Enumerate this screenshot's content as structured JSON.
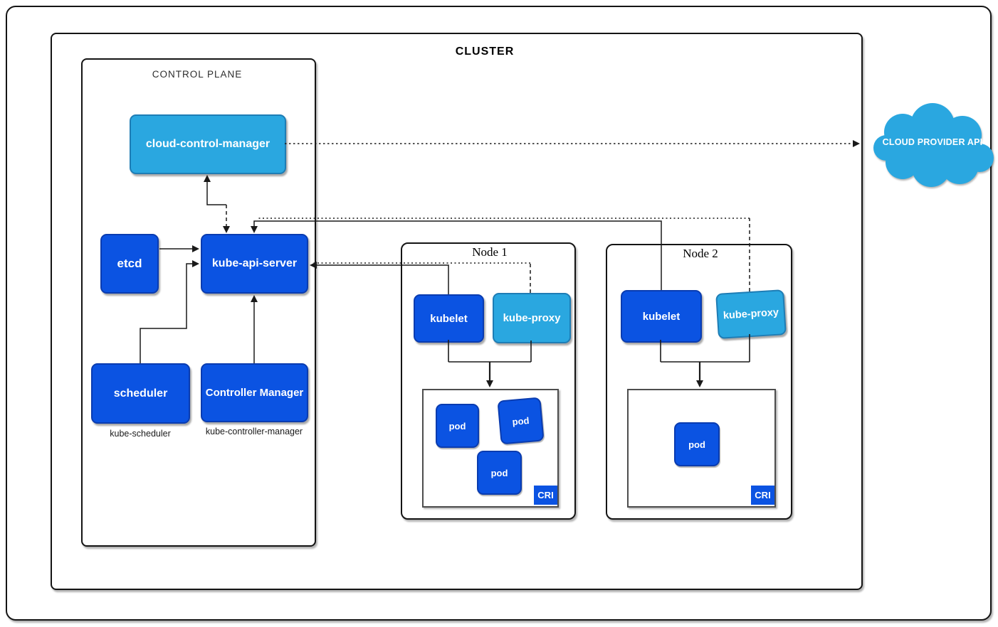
{
  "diagram": {
    "title": "CLUSTER",
    "control_plane": {
      "title": "CONTROL PLANE",
      "boxes": {
        "cloud_control_manager": "cloud-control-manager",
        "etcd": "etcd",
        "kube_api_server": "kube-api-server",
        "scheduler": "scheduler",
        "controller_manager": "Controller Manager"
      },
      "captions": {
        "scheduler": "kube-scheduler",
        "controller_manager": "kube-controller-manager"
      }
    },
    "nodes": [
      {
        "title": "Node 1",
        "kubelet": "kubelet",
        "kube_proxy": "kube-proxy",
        "pods": [
          "pod",
          "pod",
          "pod"
        ],
        "cri_label": "CRI"
      },
      {
        "title": "Node 2",
        "kubelet": "kubelet",
        "kube_proxy": "kube-proxy",
        "pods": [
          "pod"
        ],
        "cri_label": "CRI"
      }
    ],
    "external": {
      "cloud_provider_api": "CLOUD PROVIDER API"
    },
    "colors": {
      "primary_blue": "#0b53e2",
      "primary_blue_border": "#0a3cb0",
      "light_blue": "#2aa7e0",
      "light_blue_border": "#1e7db5",
      "line": "#1a1a1a",
      "container_border": "#4d4d4d"
    },
    "edges": [
      {
        "from": "etcd",
        "to": "kube-api-server",
        "style": "solid-arrow"
      },
      {
        "from": "scheduler",
        "to": "kube-api-server",
        "style": "solid-arrow"
      },
      {
        "from": "controller-manager",
        "to": "kube-api-server",
        "style": "solid-arrow"
      },
      {
        "from": "kube-api-server",
        "to": "cloud-control-manager",
        "style": "solid-then-dashed, arrows both ends"
      },
      {
        "from": "cloud-control-manager",
        "to": "cloud-provider-api",
        "style": "dotted-arrow"
      },
      {
        "from": "node1-kubelet",
        "to": "kube-api-server",
        "style": "solid-arrow"
      },
      {
        "from": "node1-kube-proxy",
        "to": "kube-api-server",
        "style": "dashed-dotted"
      },
      {
        "from": "node2-kubelet",
        "to": "kube-api-server",
        "style": "solid-arrow"
      },
      {
        "from": "node2-kube-proxy",
        "to": "kube-api-server",
        "style": "dashed-dotted"
      },
      {
        "from": "node1-kubelet-and-kube-proxy",
        "to": "node1-cri-container",
        "style": "solid-arrow"
      },
      {
        "from": "node2-kubelet-and-kube-proxy",
        "to": "node2-cri-container",
        "style": "solid-arrow"
      }
    ]
  }
}
